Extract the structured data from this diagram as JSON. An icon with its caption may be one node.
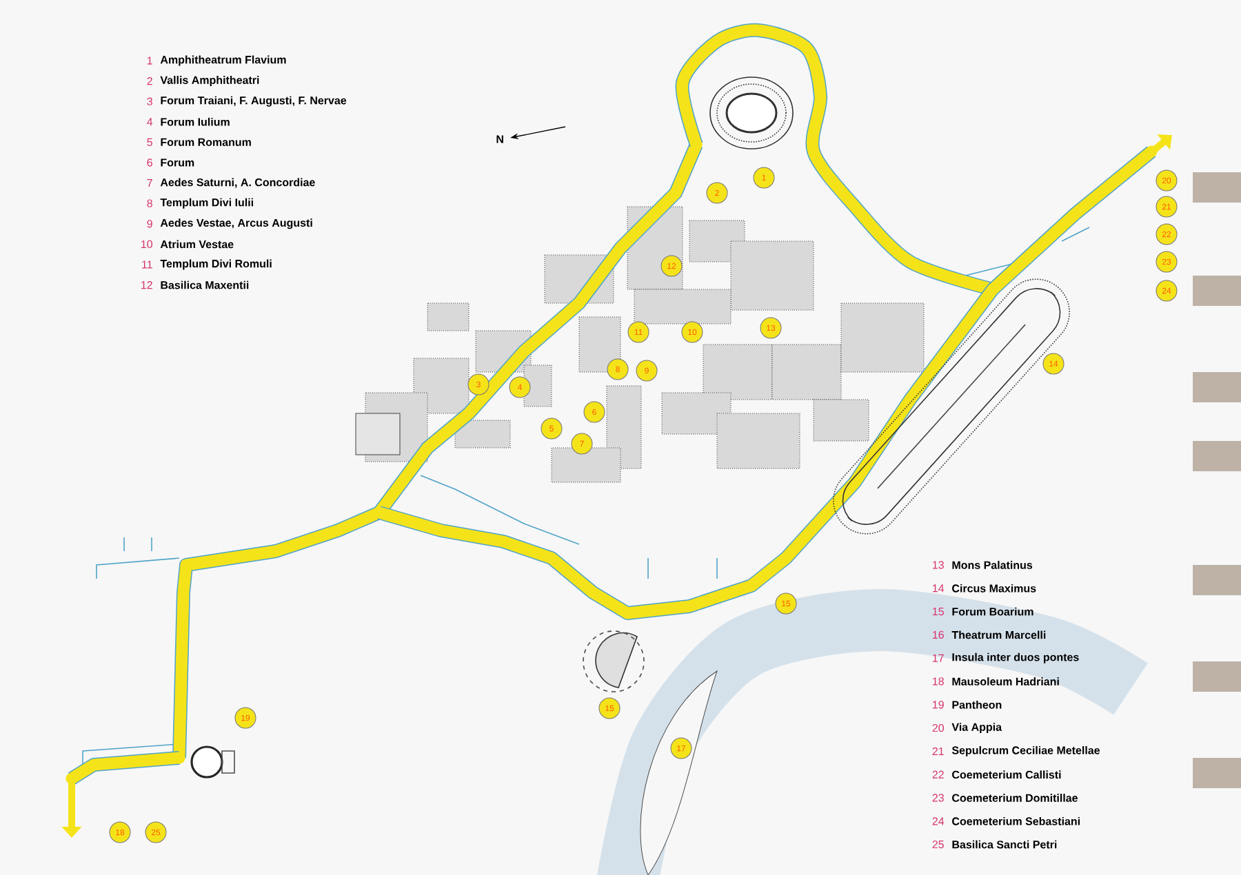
{
  "diagram": {
    "nodes": [
      {
        "text": [
          "1"
        ]
      },
      {
        "text": [
          "2"
        ]
      },
      {
        "text": [
          "3"
        ]
      },
      {
        "text": [
          "4"
        ]
      },
      {
        "text": [
          "5"
        ]
      },
      {
        "text": [
          "6"
        ]
      },
      {
        "text": [
          "7"
        ]
      },
      {
        "text": [
          "8"
        ]
      },
      {
        "text": [
          "9"
        ]
      },
      {
        "text": [
          "10"
        ]
      },
      {
        "text": [
          "11"
        ]
      },
      {
        "text": [
          "12"
        ]
      },
      {
        "text": [
          "13"
        ]
      },
      {
        "text": [
          "14"
        ]
      },
      {
        "text": [
          "15"
        ]
      },
      {
        "text": [
          "15"
        ]
      },
      {
        "text": [
          "17"
        ]
      },
      {
        "text": [
          "18"
        ]
      },
      {
        "text": [
          "19"
        ]
      },
      {
        "text": [
          "20"
        ]
      },
      {
        "text": [
          "21"
        ]
      },
      {
        "text": [
          "22"
        ]
      },
      {
        "text": [
          "23"
        ]
      },
      {
        "text": [
          "24"
        ]
      },
      {
        "text": [
          "25"
        ]
      }
    ],
    "labels": [
      "N",
      "1",
      "Amphitheatrum Flavium",
      "2",
      "Vallis Amphitheatri",
      "3",
      "Forum Traiani, F. Augusti, F. Nervae",
      "4",
      "Forum Iulium",
      "5",
      "Forum Romanum",
      "6",
      "Forum",
      "7",
      "Aedes Saturni, A. Concordiae",
      "8",
      "Templum Divi Iulii",
      "9",
      "Aedes Vestae, Arcus Augusti",
      "10",
      "Atrium Vestae",
      "11",
      "Templum Divi Romuli",
      "12",
      "Basilica Maxentii",
      "13",
      "Mons Palatinus",
      "14",
      "Circus Maximus",
      "15",
      "Forum Boarium",
      "16",
      "Theatrum Marcelli",
      "17",
      "Insula inter duos pontes",
      "18",
      "Mausoleum Hadriani",
      "19",
      "Pantheon",
      "20",
      "Via Appia",
      "21",
      "Sepulcrum Ceciliae Metellae",
      "22",
      "Coemeterium Callisti",
      "23",
      "Coemeterium Domitillae",
      "24",
      "Coemeterium Sebastiani",
      "25",
      "Basilica Sancti Petri"
    ]
  }
}
